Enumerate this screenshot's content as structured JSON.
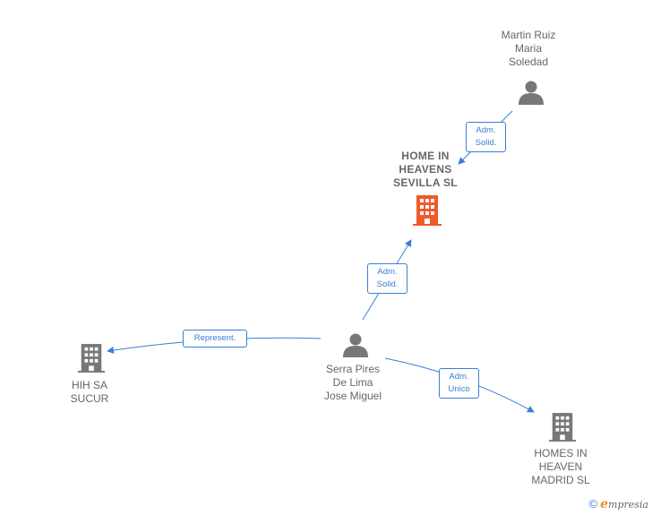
{
  "nodes": {
    "martin": {
      "lines": [
        "Martin Ruiz",
        "Maria",
        "Soledad"
      ]
    },
    "sevilla": {
      "lines": [
        "HOME IN",
        "HEAVENS",
        "SEVILLA  SL"
      ]
    },
    "serra": {
      "lines": [
        "Serra Pires",
        "De Lima",
        "Jose Miguel"
      ]
    },
    "hih": {
      "lines": [
        "HIH SA",
        "SUCUR"
      ]
    },
    "madrid": {
      "lines": [
        "HOMES IN",
        "HEAVEN",
        "MADRID SL"
      ]
    }
  },
  "edges": {
    "martin_sevilla": "Adm.\nSolid.",
    "serra_sevilla": "Adm.\nSolid.",
    "serra_hih": "Represent.",
    "serra_madrid": "Adm.\nUnico"
  },
  "colors": {
    "edge": "#3a7fd5",
    "company_main": "#f05a28",
    "company": "#777777",
    "person": "#777777"
  },
  "brand": {
    "copyright": "©",
    "e": "e",
    "rest": "mpresia"
  }
}
